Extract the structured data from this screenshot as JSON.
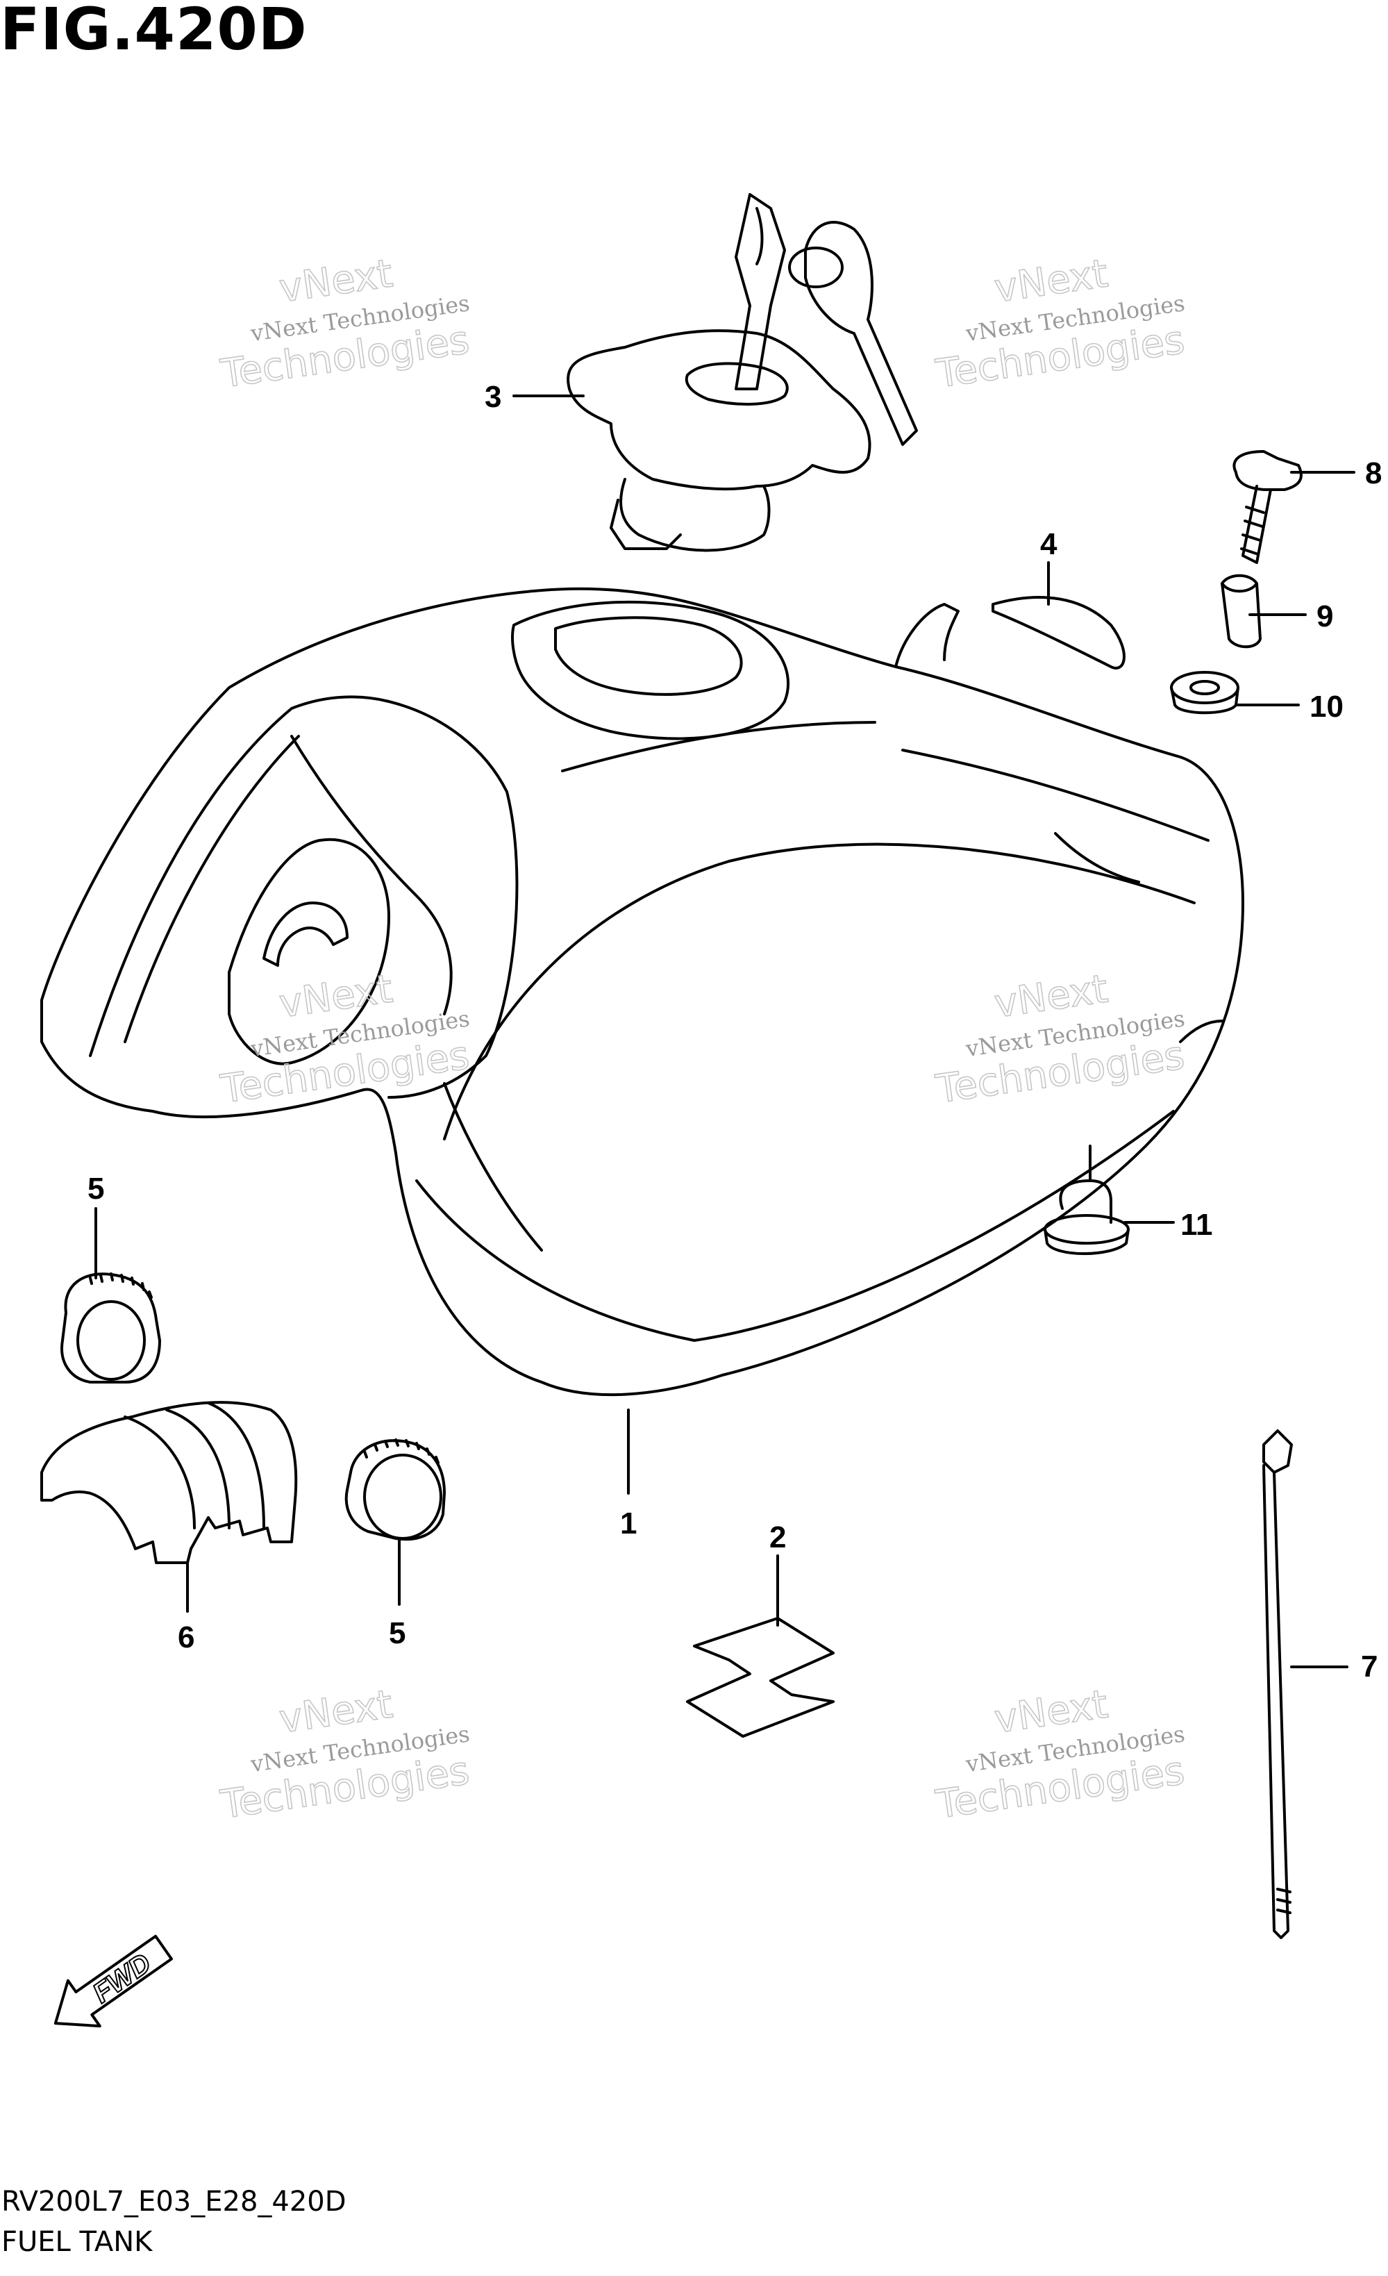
{
  "figure": {
    "title": "FIG.420D",
    "diagram_code": "RV200L7_E03_E28_420D",
    "name": "FUEL TANK"
  },
  "callouts": [
    {
      "id": "1",
      "label": "1"
    },
    {
      "id": "2",
      "label": "2"
    },
    {
      "id": "3",
      "label": "3"
    },
    {
      "id": "4",
      "label": "4"
    },
    {
      "id": "5a",
      "label": "5"
    },
    {
      "id": "5b",
      "label": "5"
    },
    {
      "id": "6",
      "label": "6"
    },
    {
      "id": "7",
      "label": "7"
    },
    {
      "id": "8",
      "label": "8"
    },
    {
      "id": "9",
      "label": "9"
    },
    {
      "id": "10",
      "label": "10"
    },
    {
      "id": "11",
      "label": "11"
    }
  ],
  "fwd_label": "FWD",
  "watermark": {
    "small": "vNext Technologies",
    "big": "Technologies",
    "top": "vNext"
  }
}
